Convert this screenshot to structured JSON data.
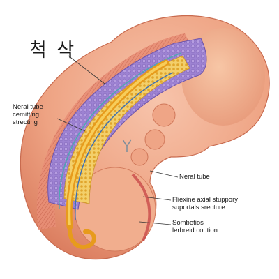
{
  "title": "척 삭",
  "labels": {
    "left": {
      "line1": "Neral tube",
      "line2": "cemitting",
      "line3": "strecting"
    },
    "neural_tube": "Neral tube",
    "flexine": {
      "line1": "Fliexine axial stuppory",
      "line2": "suportals srecture"
    },
    "sombetios": {
      "line1": "Sombetios",
      "line2": "lerbreid coution"
    }
  },
  "colors": {
    "skin": "#f0a98a",
    "skin_dark": "#d9785a",
    "purple": "#9c7fd0",
    "yellow_tissue": "#f0c040",
    "notochord": "#f2b325",
    "red_muscle": "#c94a4a",
    "teal": "#4fa6b3"
  }
}
